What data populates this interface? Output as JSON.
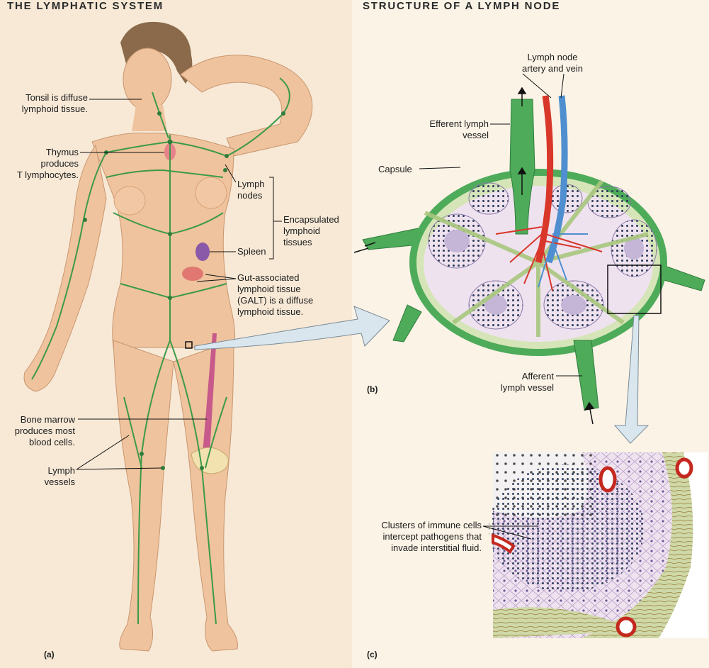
{
  "titles": {
    "left": "THE LYMPHATIC SYSTEM",
    "right": "STRUCTURE OF A LYMPH NODE"
  },
  "labels": {
    "tonsil": "Tonsil is diffuse\nlymphoid tissue.",
    "thymus": "Thymus\nproduces\nT lymphocytes.",
    "lymph_nodes": "Lymph\nnodes",
    "encapsulated": "Encapsulated\nlymphoid\ntissues",
    "spleen": "Spleen",
    "galt": "Gut-associated\nlymphoid tissue\n(GALT) is a diffuse\nlymphoid tissue.",
    "bone_marrow": "Bone marrow\nproduces most\nblood cells.",
    "lymph_vessels": "Lymph\nvessels",
    "node_artery_vein": "Lymph node\nartery and vein",
    "efferent": "Efferent lymph\nvessel",
    "capsule": "Capsule",
    "afferent": "Afferent\nlymph vessel",
    "clusters": "Clusters of immune cells\nintercept pathogens that\ninvade interstitial fluid."
  },
  "panel_ids": {
    "a": "(a)",
    "b": "(b)",
    "c": "(c)"
  },
  "colors": {
    "skin": "#efc39d",
    "lymph_green": "#3d9a4a",
    "artery_red": "#d8372a",
    "vein_blue": "#4f8fcf",
    "spleen_purple": "#8a5aa8",
    "node_pink": "#e9cfe0"
  }
}
